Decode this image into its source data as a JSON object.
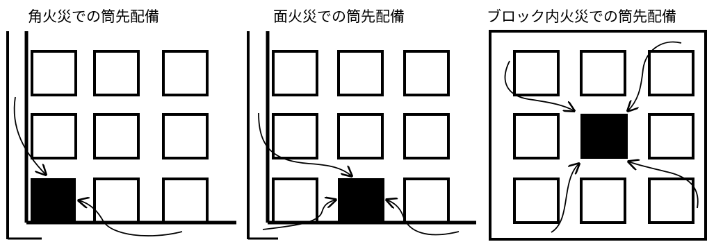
{
  "panels": [
    {
      "title": "角火災での筒先配備"
    },
    {
      "title": "面火災での筒先配備"
    },
    {
      "title": "ブロック内火災での筒先配備"
    }
  ],
  "colors": {
    "ink": "#000000",
    "fire_block": "#000000",
    "background": "#ffffff"
  }
}
